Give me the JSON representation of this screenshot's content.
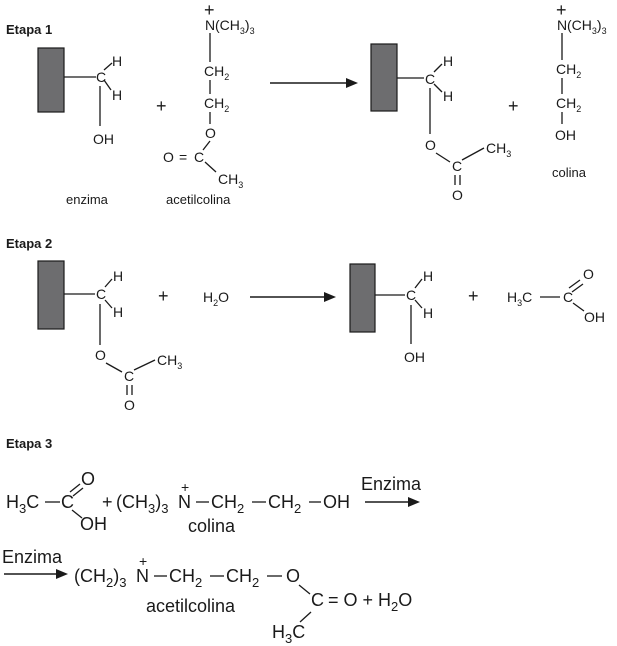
{
  "steps": [
    {
      "label": "Etapa 1"
    },
    {
      "label": "Etapa 2"
    },
    {
      "label": "Etapa 3"
    }
  ],
  "atoms": {
    "H": "H",
    "C": "C",
    "O": "O",
    "OH": "OH",
    "N": "N",
    "CH": "CH",
    "sub2": "2",
    "sub3": "3",
    "methyl_group": "(CH",
    "methyl_close": ")",
    "eq": "=",
    "plus": "+",
    "charge": "+"
  },
  "names": {
    "enzyme": "enzima",
    "acetylcholine": "acetilcolina",
    "choline": "colina",
    "water": "H",
    "water_o": "O",
    "catalyst": "Enzima"
  },
  "step3": {
    "line1_methyl": "(CH",
    "line1_close": ")",
    "line2_methyl": "(CH",
    "line2_close": ")",
    "eq_o": "= O + H",
    "o_tail": "O"
  },
  "colors": {
    "enzyme_fill": "#6d6d6f",
    "ink": "#1a1a1a"
  }
}
